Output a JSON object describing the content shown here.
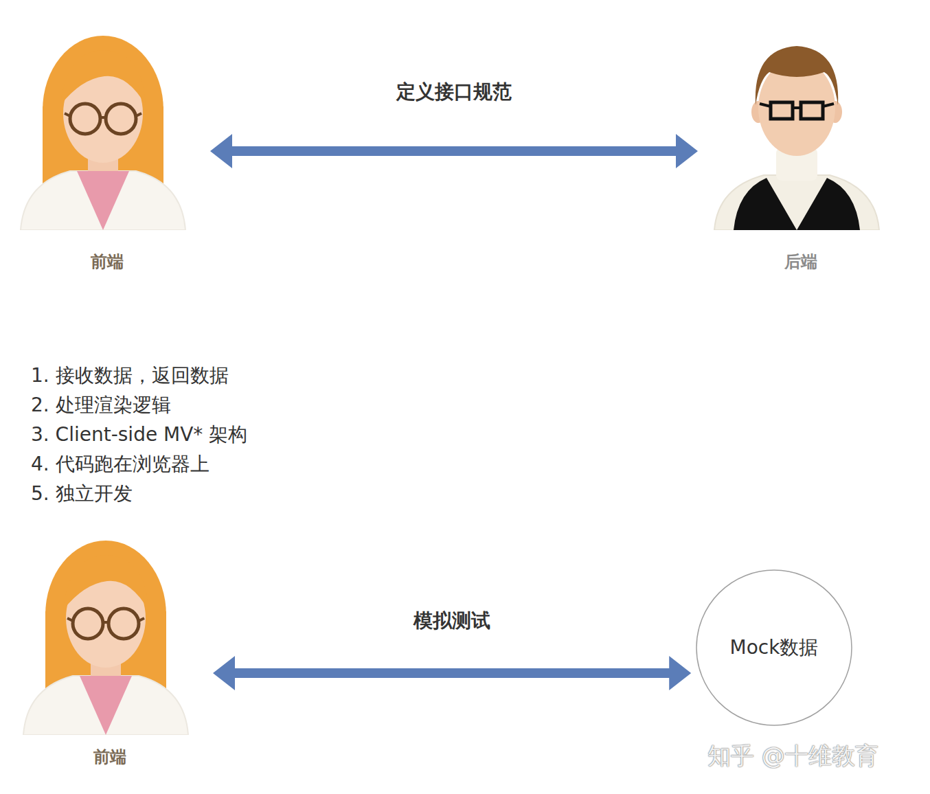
{
  "diagram": {
    "nodes": [
      {
        "text": [
          "前端"
        ]
      },
      {
        "text": [
          "后端"
        ]
      },
      {
        "text": [
          "前端"
        ]
      },
      {
        "text": [
          "Mock数据"
        ]
      }
    ],
    "edges": [
      {
        "from": 0,
        "to": 1,
        "label": "定义接口规范",
        "arrow": "both"
      },
      {
        "from": 2,
        "to": 3,
        "label": "模拟测试",
        "arrow": "both"
      }
    ],
    "labels": [
      "1. 接收数据，返回数据",
      "2. 处理渲染逻辑",
      "3. Client-side MV* 架构",
      "4. 代码跑在浏览器上",
      "5. 独立开发",
      "知乎 @十维教育"
    ]
  }
}
